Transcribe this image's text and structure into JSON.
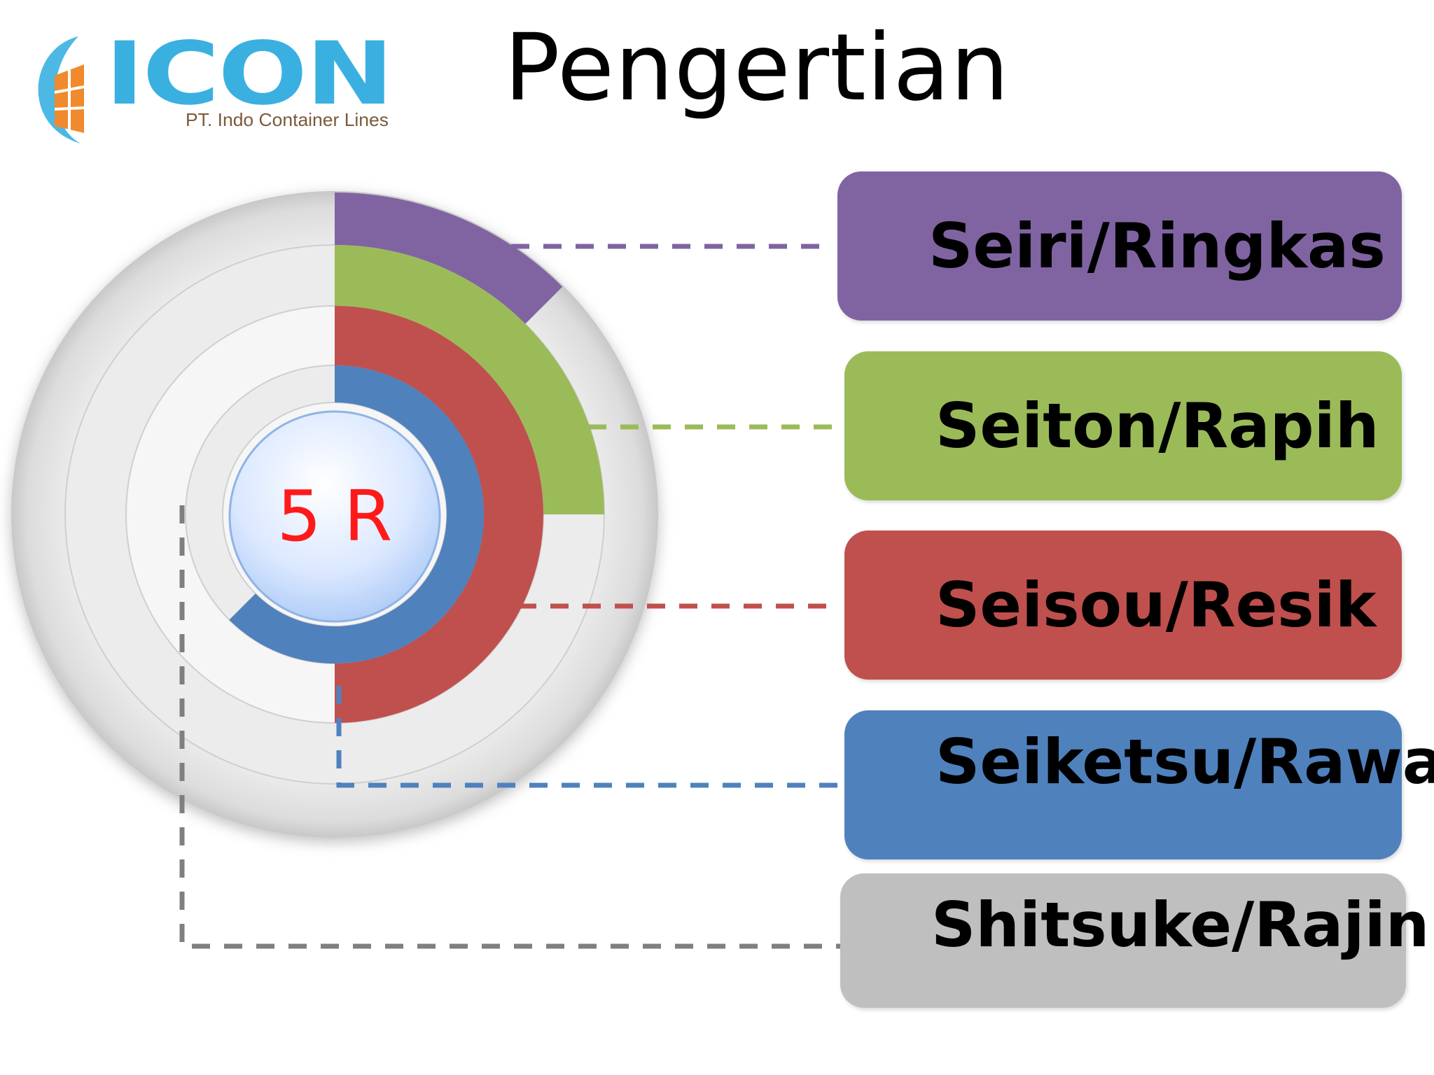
{
  "header": {
    "title": "Pengertian"
  },
  "logo": {
    "brand_text": "ICON",
    "company_name": "PT. Indo Container Lines",
    "brand_color": "#3ab0e0",
    "accent_color": "#f08a2c"
  },
  "diagram": {
    "center_label": "5 R",
    "center_label_color": "#ff1a1a",
    "items": [
      {
        "label": "Seiri/Ringkas",
        "color": "#8064a2"
      },
      {
        "label": "Seiton/Rapih",
        "color": "#9bbb59"
      },
      {
        "label": "Seisou/Resik",
        "color": "#c0504d"
      },
      {
        "label": "Seiketsu/Rawat",
        "color": "#4f81bd"
      },
      {
        "label": "Shitsuke/Rajin",
        "color": "#bfbfbf"
      }
    ]
  }
}
